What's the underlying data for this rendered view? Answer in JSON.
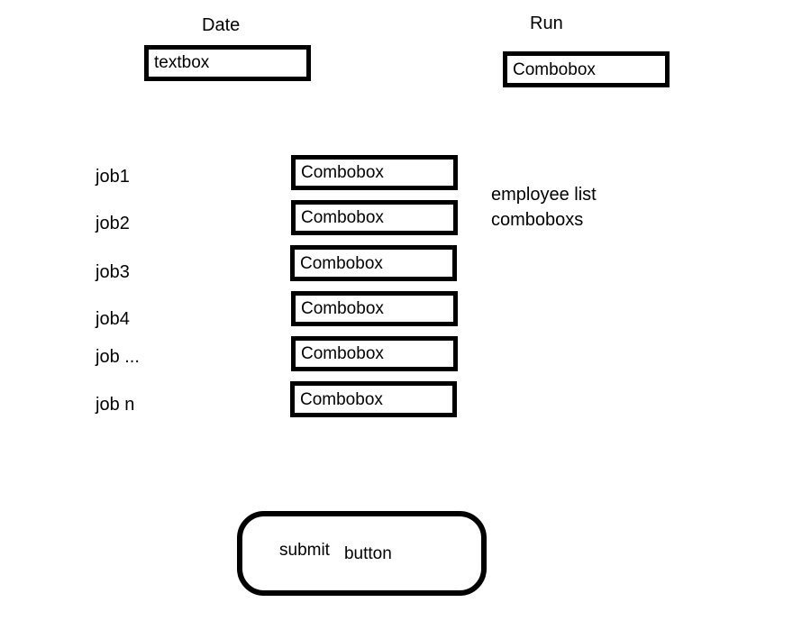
{
  "colors": {
    "ink": "#000000",
    "background": "#ffffff"
  },
  "date_field": {
    "label": "Date",
    "value": "textbox"
  },
  "run_field": {
    "label": "Run",
    "value": "Combobox"
  },
  "job_rows": [
    {
      "label": "job1",
      "value": "Combobox"
    },
    {
      "label": "job2",
      "value": "Combobox"
    },
    {
      "label": "job3",
      "value": "Combobox"
    },
    {
      "label": "job4",
      "value": "Combobox"
    },
    {
      "label": "job ...",
      "value": "Combobox"
    },
    {
      "label": "job n",
      "value": "Combobox"
    }
  ],
  "annotation": {
    "line1": "employee list",
    "line2": "comboboxs"
  },
  "submit_button": {
    "word1": "submit",
    "word2": "button"
  }
}
